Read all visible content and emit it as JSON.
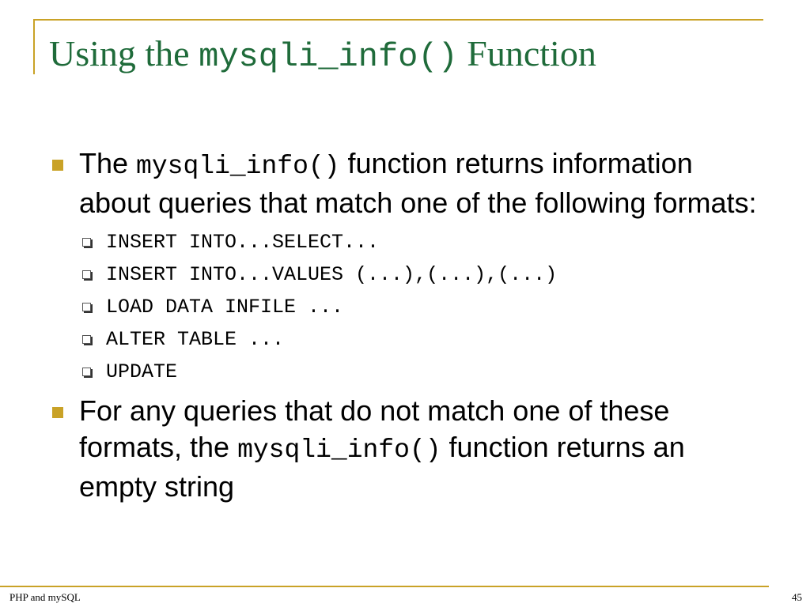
{
  "slide": {
    "title_prefix": "Using the ",
    "title_code": "mysqli_info()",
    "title_suffix": " Function",
    "accent_color": "#c9a227",
    "title_color": "#1f6b3a"
  },
  "bullets": [
    {
      "prefix": "The ",
      "code": "mysqli_info()",
      "suffix": " function returns information about queries that match one of the following formats:",
      "subitems": [
        "INSERT INTO...SELECT...",
        "INSERT INTO...VALUES (...),(...),(...)",
        "LOAD DATA INFILE ...",
        "ALTER TABLE ...",
        "UPDATE"
      ]
    },
    {
      "prefix": "For any queries that do not match one of these formats, the ",
      "code": "mysqli_info()",
      "suffix": " function returns an empty string"
    }
  ],
  "footer": {
    "left": "PHP and mySQL",
    "page_number": "45"
  }
}
